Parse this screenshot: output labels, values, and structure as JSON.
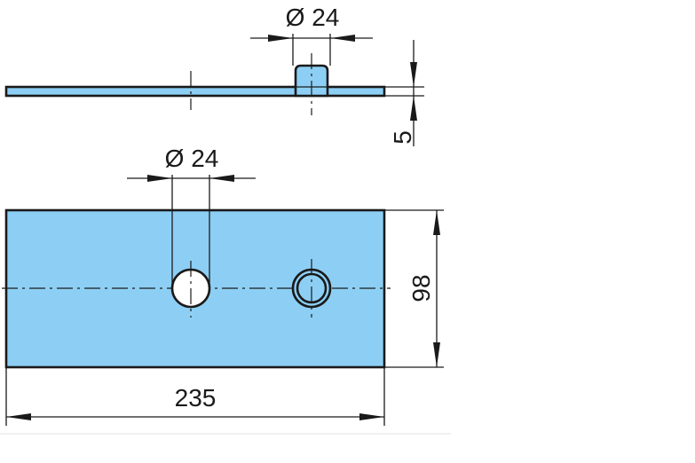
{
  "drawing": {
    "side_view": {
      "hole_diameter_label": "Ø 24",
      "thickness_label": "5"
    },
    "top_view": {
      "hole_diameter_label": "Ø 24",
      "height_label": "98",
      "length_label": "235"
    },
    "colors": {
      "part_fill": "#8dcff4",
      "line": "#1a1a1a",
      "background": "#ffffff"
    }
  }
}
